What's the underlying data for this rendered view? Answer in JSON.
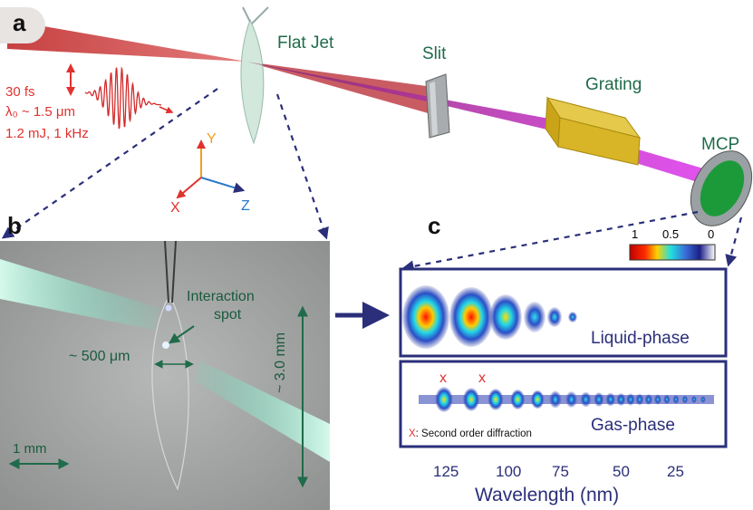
{
  "panels": {
    "a": "a",
    "b": "b",
    "c": "c"
  },
  "setup": {
    "flat_jet": "Flat Jet",
    "slit": "Slit",
    "grating": "Grating",
    "mcp": "MCP",
    "laser": {
      "duration": "30 fs",
      "wavelength": "λ₀ ~ 1.5 μm",
      "energy_rate": "1.2 mJ, 1 kHz"
    },
    "axes": {
      "x": "X",
      "y": "Y",
      "z": "Z"
    }
  },
  "photo": {
    "interaction_line1": "Interaction",
    "interaction_line2": "spot",
    "width_label": "~ 500 μm",
    "height_label": "~ 3.0 mm",
    "scale_label": "1 mm"
  },
  "spectra": {
    "colorbar": {
      "labels": [
        "1",
        "0.5",
        "0"
      ]
    },
    "liquid_label": "Liquid-phase",
    "gas_label": "Gas-phase",
    "x_marker": "x",
    "footnote_x": "X",
    "footnote_text": ": Second order diffraction",
    "xlabel": "Wavelength (nm)",
    "xticks": [
      "125",
      "100",
      "75",
      "50",
      "25"
    ]
  },
  "colors": {
    "navy": "#2b2f7a",
    "green_text": "#1f6b4a",
    "laser_red": "#c83a3a",
    "harmonic_magenta": "#d838e0",
    "grating_gold": "#d2b020",
    "mcp_green": "#1c9a3a"
  }
}
